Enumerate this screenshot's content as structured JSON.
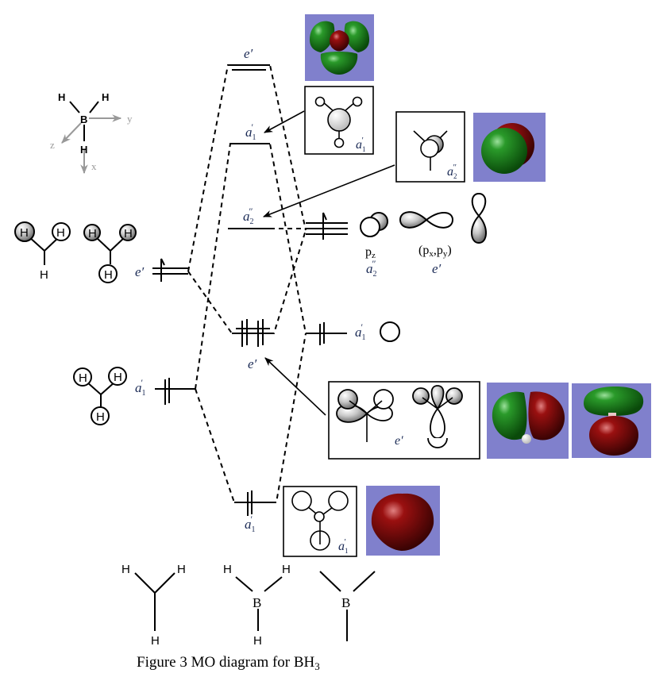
{
  "figure": {
    "caption_prefix": "Figure 3 MO diagram for BH",
    "caption_sub": "3"
  },
  "axes": {
    "atoms": {
      "top_left": "H",
      "top_right": "H",
      "center": "B",
      "bottom": "H"
    },
    "labels": {
      "x": "x",
      "y": "y",
      "z": "z"
    }
  },
  "labels": {
    "e_prime": "e′",
    "a1_prime_main": "a",
    "a1_prime_sub": "1",
    "prime": "′",
    "a2_dprime_main": "a",
    "a2_dprime_sub": "2",
    "dprime": "″"
  },
  "mo_levels": [
    {
      "id": "e-prime-antibonding",
      "symmetry": "e′",
      "electrons": 0
    },
    {
      "id": "a1-prime-antibonding",
      "symmetry": "a1′",
      "electrons": 0
    },
    {
      "id": "a2-dprime-nonbonding",
      "symmetry": "a2″",
      "electrons": 0
    },
    {
      "id": "e-prime-bonding",
      "symmetry": "e′",
      "electrons": 4
    },
    {
      "id": "a1-prime-bonding",
      "symmetry": "a1′",
      "electrons": 2
    }
  ],
  "fragment_h3": {
    "e_prime": {
      "symmetry": "e′",
      "electrons": 1
    },
    "a1_prime": {
      "symmetry": "a1′",
      "electrons": 2
    },
    "atom_label": "H"
  },
  "fragment_b": {
    "p_orbitals": {
      "symmetry": "a2″ / e′",
      "electrons": 1
    },
    "s_orbital": {
      "symmetry": "a1′",
      "electrons": 2
    },
    "pz_label_main": "p",
    "pz_label_sub": "z",
    "pxpy_label": [
      "(p",
      "x",
      ",p",
      "y",
      ")"
    ]
  },
  "bottom_structures": {
    "h3": [
      "H",
      "H",
      "H"
    ],
    "bh3": [
      "H",
      "H",
      "B",
      "H"
    ],
    "b_frame": [
      "B"
    ]
  },
  "colors": {
    "mo_background": "#8080cc",
    "lobe_green": "#1f7a1f",
    "lobe_red": "#7a0c0c"
  }
}
